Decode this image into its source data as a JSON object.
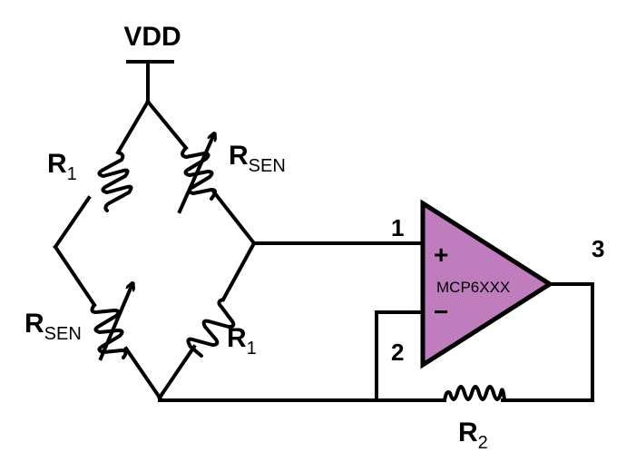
{
  "diagram": {
    "supply_label": "VDD",
    "opamp": {
      "part": "MCP6XXX",
      "fill_color": "#C07DBE",
      "plus_sign": "+",
      "minus_sign": "−",
      "pins": {
        "noninverting": "1",
        "inverting": "2",
        "output": "3"
      }
    },
    "resistors": {
      "r1_top_left": {
        "main": "R",
        "sub": "1"
      },
      "rsen_top_right": {
        "main": "R",
        "sub": "SEN"
      },
      "rsen_bottom_left": {
        "main": "R",
        "sub": "SEN"
      },
      "r1_bottom_right": {
        "main": "R",
        "sub": "1"
      },
      "r2_feedback": {
        "main": "R",
        "sub": "2"
      }
    }
  }
}
